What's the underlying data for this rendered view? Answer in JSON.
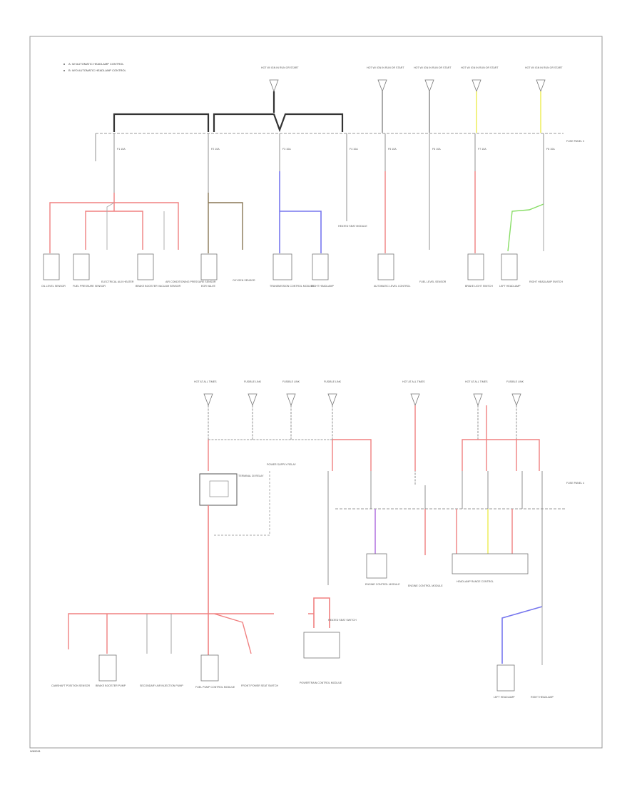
{
  "legend": [
    "A: W/ AUTOMATIC HEADLAMP CONTROL",
    "B: W/O AUTOMATIC HEADLAMP CONTROL"
  ],
  "footer_code": "W69261",
  "bus": {
    "top_label": "FUSE PANEL 3",
    "bottom_label": "FUSE PANEL 4"
  },
  "colors": {
    "red": "#f08080",
    "blue": "#7777ee",
    "purple": "#aa66dd",
    "yellow": "#eeee66",
    "green": "#88dd66",
    "olive": "#887755",
    "black": "#333333",
    "gray": "#999999"
  },
  "top_sources": [
    "HOT W/ IGN IN RUN OR START",
    "HOT W/ IGN IN RUN OR START",
    "HOT W/ IGN IN RUN OR START",
    "HOT W/ IGN IN RUN OR START",
    "HOT W/ IGN IN RUN OR START"
  ],
  "top_fuses": [
    "F1 10A",
    "F2 10A",
    "F3 10A",
    "F4 10A",
    "F5 10A",
    "F6 10A",
    "F7 10A",
    "F8 10A"
  ],
  "top_components": [
    "OIL LEVEL SENSOR",
    "FUEL PRESSURE SENSOR",
    "ELECTRICAL AUX HEATER",
    "BRAKE BOOSTER VACUUM SENSOR",
    "AIR CONDITIONING PRESSURE SENSOR",
    "EGR VALVE",
    "OXYGEN SENSOR",
    "TRANSMISSION CONTROL MODULE",
    "RIGHT HEADLAMP",
    "HEATED SEAT MODULE",
    "AUTOMATIC LEVEL CONTROL",
    "FUEL LEVEL SENSOR",
    "BRAKE LIGHT SWITCH",
    "LEFT HEADLAMP",
    "RIGHT HEADLAMP SWITCH"
  ],
  "bottom_sources": [
    "HOT AT ALL TIMES",
    "FUSIBLE LINK",
    "FUSIBLE LINK",
    "FUSIBLE LINK",
    "HOT AT ALL TIMES",
    "HOT AT ALL TIMES",
    "FUSIBLE LINK"
  ],
  "bottom_modules": [
    "TERMINAL 30 RELAY",
    "POWER SUPPLY RELAY",
    "ENGINE CONTROL MODULE",
    "HEADLAMP RANGE CONTROL",
    "POWERTRAIN CONTROL MODULE"
  ],
  "bottom_components": [
    "CAMSHAFT POSITION SENSOR",
    "BRAKE BOOSTER PUMP",
    "SECONDARY AIR INJECTION PUMP",
    "FUEL PUMP CONTROL MODULE",
    "FRONT POWER SEAT SWITCH",
    "ENGINE CONTROL MODULE",
    "LEFT HEADLAMP",
    "RIGHT HEADLAMP",
    "HEATED SEAT SWITCH"
  ]
}
